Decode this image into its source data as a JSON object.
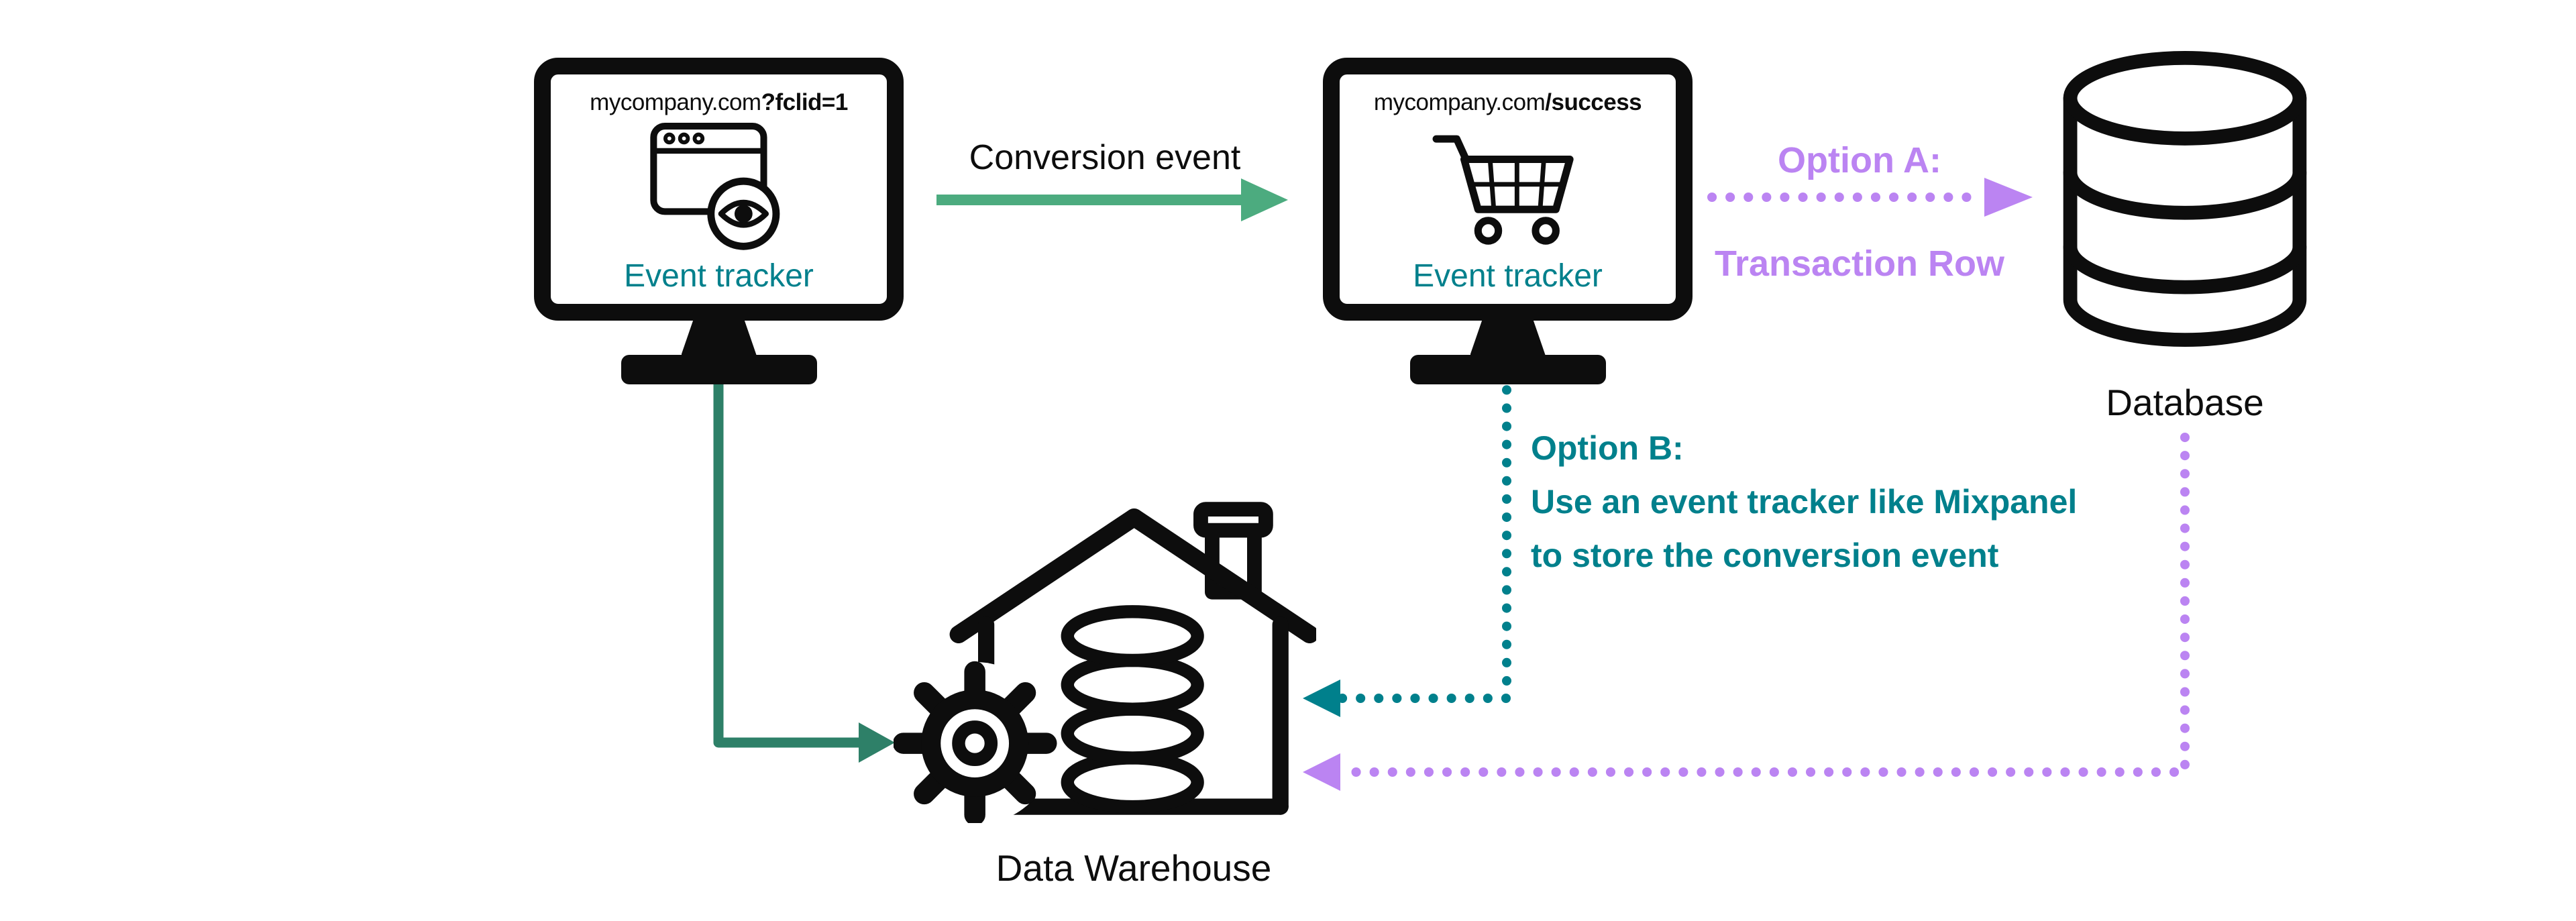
{
  "colors": {
    "teal": "#00808c",
    "purple": "#bb84f2",
    "green_arrow": "#4cab7f",
    "green_line": "#2e8068",
    "ink": "#0d0d0d"
  },
  "icons": {
    "left_monitor": "browser-window-with-eye-tracker",
    "middle_monitor": "shopping-cart",
    "database": "database-cylinder",
    "warehouse": "house-with-gear-and-coin-stack"
  },
  "pages": {
    "referral": {
      "url_prefix": "mycompany.com",
      "url_suffix": "?fclid=1",
      "tracker_label": "Event tracker"
    },
    "success": {
      "url_prefix": "mycompany.com",
      "url_suffix": "/success",
      "tracker_label": "Event tracker"
    }
  },
  "labels": {
    "conversion": "Conversion event",
    "option_a_title": "Option A:",
    "option_a_subtitle": "Transaction Row",
    "option_b_title": "Option B:",
    "option_b_line1": "Use an event tracker like Mixpanel",
    "option_b_line2": "to store the conversion event",
    "database": "Database",
    "warehouse": "Data Warehouse"
  }
}
